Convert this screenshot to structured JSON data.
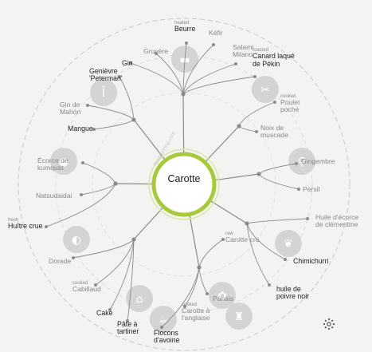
{
  "center": {
    "label": "Carotte"
  },
  "watermark": "foodpairing.com",
  "colors": {
    "accent": "#a7c93a",
    "line": "#8a8a8a",
    "icon_disc": "#d4d4d2"
  },
  "items": [
    {
      "id": "beurre",
      "pre": "heated",
      "label": "Beurre",
      "strong": true
    },
    {
      "id": "kefir",
      "pre": "",
      "label": "Kéfir",
      "strong": false
    },
    {
      "id": "salami",
      "pre": "",
      "label": "Salami\nMilano",
      "strong": false
    },
    {
      "id": "canard",
      "pre": "roasted",
      "label": "Canard laqué\nde Pékin",
      "strong": true
    },
    {
      "id": "poulet",
      "pre": "cooked",
      "label": "Poulet\npoché",
      "strong": false
    },
    {
      "id": "noix",
      "pre": "",
      "label": "Noix de\nmuscade",
      "strong": false
    },
    {
      "id": "gingembre",
      "pre": "",
      "label": "Gingembre",
      "strong": false
    },
    {
      "id": "persil",
      "pre": "",
      "label": "Persil",
      "strong": false
    },
    {
      "id": "huile",
      "pre": "",
      "label": "Huile d'écorce\nde clémentine",
      "strong": false
    },
    {
      "id": "carotte-cru",
      "pre": "raw",
      "label": "Carotte cru",
      "strong": false
    },
    {
      "id": "chimichurri",
      "pre": "",
      "label": "Chimichurri",
      "strong": true
    },
    {
      "id": "huile-poivre",
      "pre": "",
      "label": "huile de\npoivre noir",
      "strong": true
    },
    {
      "id": "panais",
      "pre": "",
      "label": "Panais",
      "strong": false
    },
    {
      "id": "carotte-anglaise",
      "pre": "cooked",
      "label": "Carotte à\nl'anglaise",
      "strong": false
    },
    {
      "id": "flocons",
      "pre": "",
      "label": "Flocons\nd'avoine",
      "strong": true
    },
    {
      "id": "pate",
      "pre": "",
      "label": "Pâte à\ntartiner",
      "strong": true
    },
    {
      "id": "cake",
      "pre": "",
      "label": "Cake",
      "strong": true
    },
    {
      "id": "cabillaud",
      "pre": "cooked",
      "label": "Cabillaud",
      "strong": false
    },
    {
      "id": "dorade",
      "pre": "",
      "label": "Dorade",
      "strong": false
    },
    {
      "id": "huitre",
      "pre": "fresh",
      "label": "Huître crue",
      "strong": true
    },
    {
      "id": "natsudaidai",
      "pre": "",
      "label": "Natsudaidai",
      "strong": false
    },
    {
      "id": "ecorce",
      "pre": "",
      "label": "Écorce de\nkumquat",
      "strong": false
    },
    {
      "id": "mangue",
      "pre": "",
      "label": "Mangue",
      "strong": true
    },
    {
      "id": "gin-mahon",
      "pre": "",
      "label": "Gin de\nMahón",
      "strong": false
    },
    {
      "id": "genievre",
      "pre": "",
      "label": "Genièvre\n'Peterman'",
      "strong": true
    },
    {
      "id": "gin",
      "pre": "",
      "label": "Gin",
      "strong": true
    },
    {
      "id": "gruyere",
      "pre": "",
      "label": "Gruyère",
      "strong": false
    }
  ],
  "category_icons": [
    {
      "name": "dairy-icon",
      "glyph": "▬"
    },
    {
      "name": "meat-icon",
      "glyph": "✂"
    },
    {
      "name": "spice-icon",
      "glyph": "⚲"
    },
    {
      "name": "herb-icon",
      "glyph": "❦"
    },
    {
      "name": "bottle-icon",
      "glyph": "♜"
    },
    {
      "name": "vegetable-icon",
      "glyph": "✿"
    },
    {
      "name": "grain-icon",
      "glyph": "☕"
    },
    {
      "name": "bakery-icon",
      "glyph": "⌂"
    },
    {
      "name": "fish-icon",
      "glyph": "◐"
    },
    {
      "name": "fruit-icon",
      "glyph": "●"
    },
    {
      "name": "alcohol-icon",
      "glyph": "Ĭ"
    }
  ]
}
